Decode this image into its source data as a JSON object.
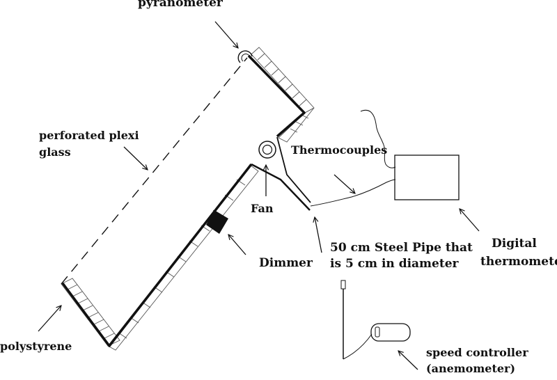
{
  "labels": {
    "pyranometer": "pyranometer",
    "perforated_line1": "perforated plexi",
    "perforated_line2": "glass",
    "thermocouples": "Thermocouples",
    "fan": "Fan",
    "dimmer": "Dimmer",
    "pipe_line1": "50 cm Steel Pipe that",
    "pipe_line2": "is 5 cm in diameter",
    "digital_line1": "Digital",
    "digital_line2": "thermometer",
    "polystyrene": "polystyrene",
    "speed_line1": "speed controller",
    "speed_line2": "(anemometer)"
  },
  "colors": {
    "ink": "#111111",
    "hatch": "#555555",
    "background": "#ffffff"
  }
}
